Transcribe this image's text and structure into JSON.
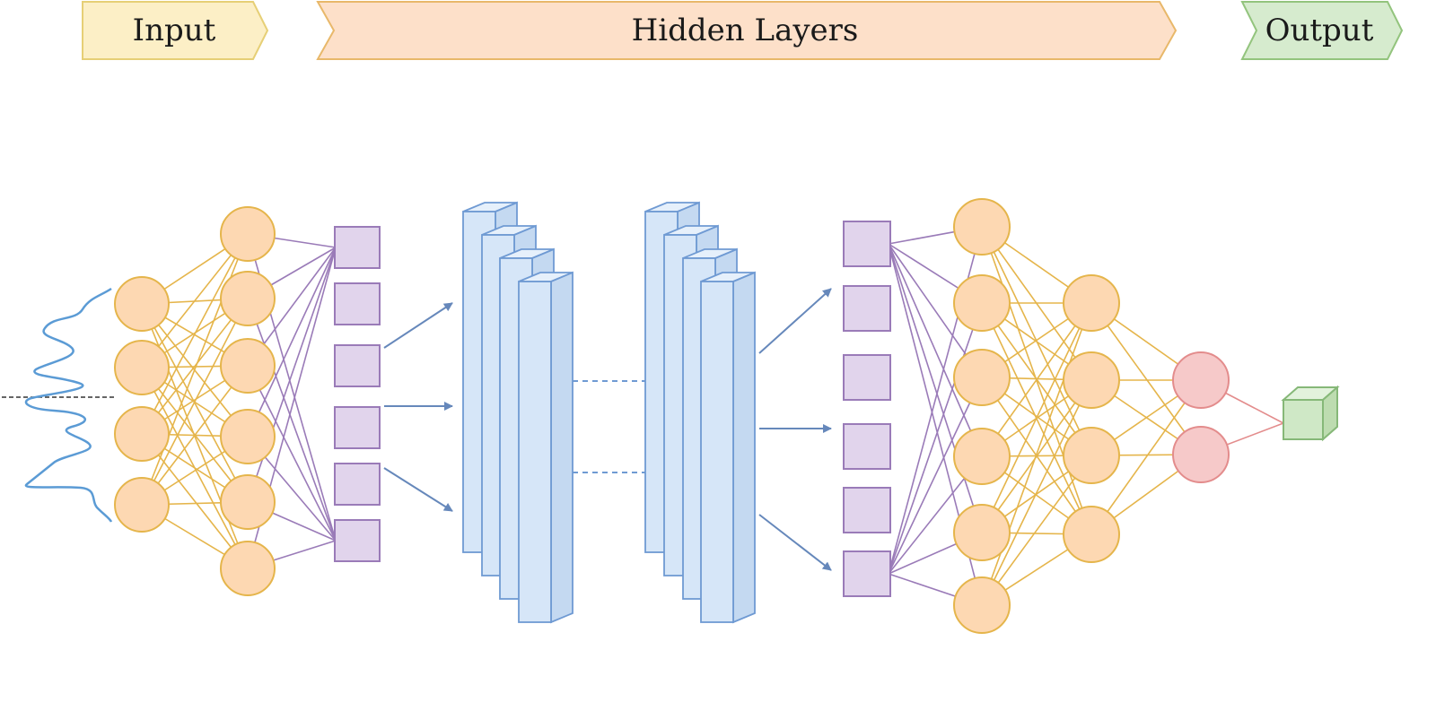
{
  "header": {
    "input_label": "Input",
    "hidden_label": "Hidden Layers",
    "output_label": "Output"
  },
  "colors": {
    "input_banner_fill": "#fcefc6",
    "input_banner_stroke": "#e6cf76",
    "hidden_banner_fill": "#fde0c9",
    "hidden_banner_stroke": "#e8b86a",
    "output_banner_fill": "#d6ebce",
    "output_banner_stroke": "#93c47d",
    "neuron_fill": "#fdd8b2",
    "neuron_stroke": "#e5b54b",
    "dense_unit_fill": "#e1d4ec",
    "dense_unit_stroke": "#9a7bb8",
    "conv_fill": "#d6e6f8",
    "conv_stroke": "#6f9ad3",
    "arrow": "#6688bb",
    "output_neuron_fill": "#f6c9c9",
    "output_neuron_stroke": "#e38c8c",
    "output_cube_fill": "#cfe8c6",
    "output_cube_stroke": "#86b878",
    "signal": "#5b9bd5"
  },
  "icons": {
    "input_signal": "waveform-icon",
    "output": "cube-icon"
  }
}
